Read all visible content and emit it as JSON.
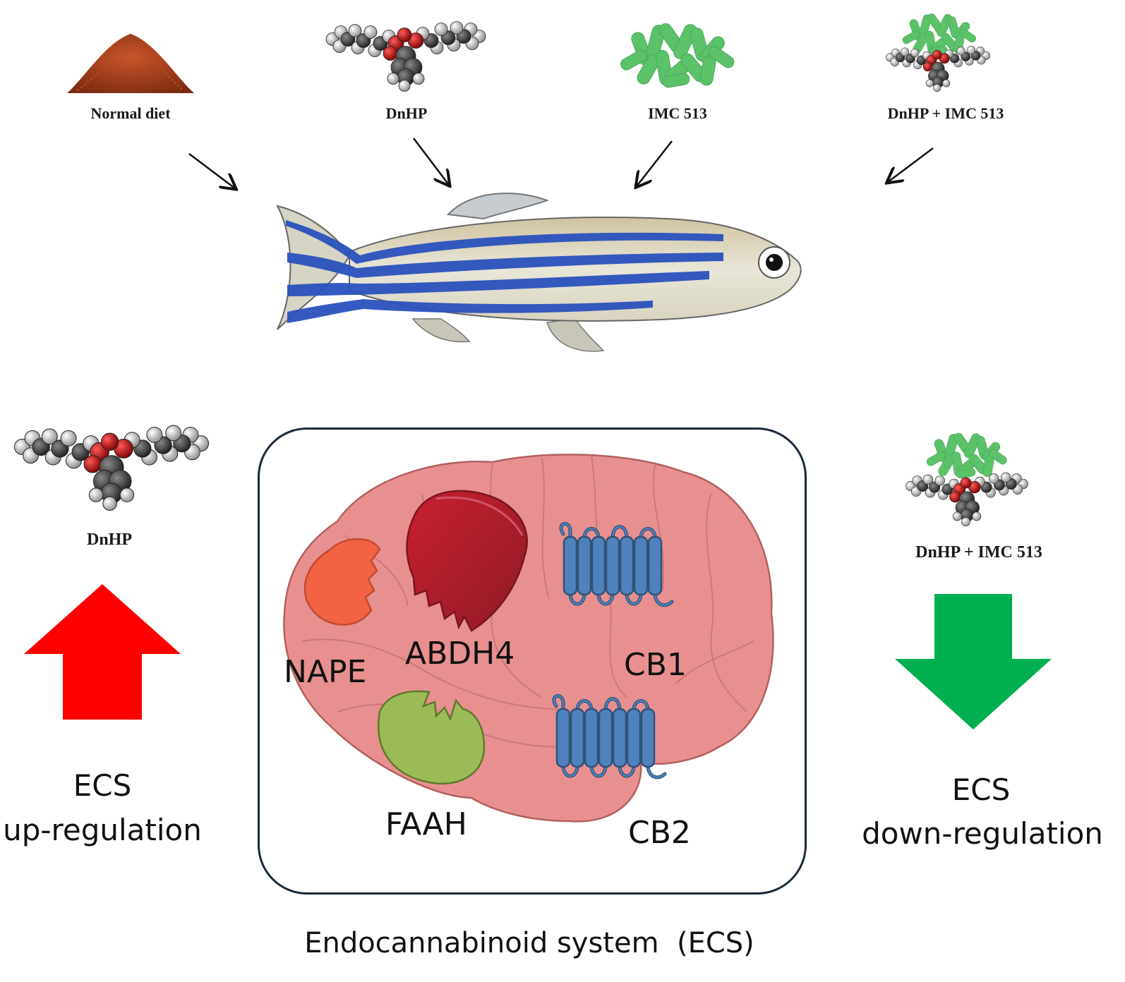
{
  "inputs": [
    {
      "label": "Normal diet"
    },
    {
      "label": "DnHP"
    },
    {
      "label": "IMC 513"
    },
    {
      "label": "DnHP + IMC 513"
    }
  ],
  "left_panel": {
    "compound_label": "DnHP",
    "line1": "ECS",
    "line2": "up-regulation",
    "arrow_color": "#ff0000"
  },
  "right_panel": {
    "compound_label": "DnHP + IMC 513",
    "line1": "ECS",
    "line2": "down-regulation",
    "arrow_color": "#00b050"
  },
  "brain_labels": {
    "nape": "NAPE",
    "abdh4": "ABDH4",
    "cb1": "CB1",
    "faah": "FAAH",
    "cb2": "CB2"
  },
  "caption": "Endocannabinoid system  (ECS)",
  "colors": {
    "brain": "#e89090",
    "nape": "#f26343",
    "abdh4": "#b22234",
    "faah": "#9bbb59",
    "receptor": "#4f81bd",
    "probiotic": "#5cc26a",
    "feed": "#a83a1a"
  }
}
